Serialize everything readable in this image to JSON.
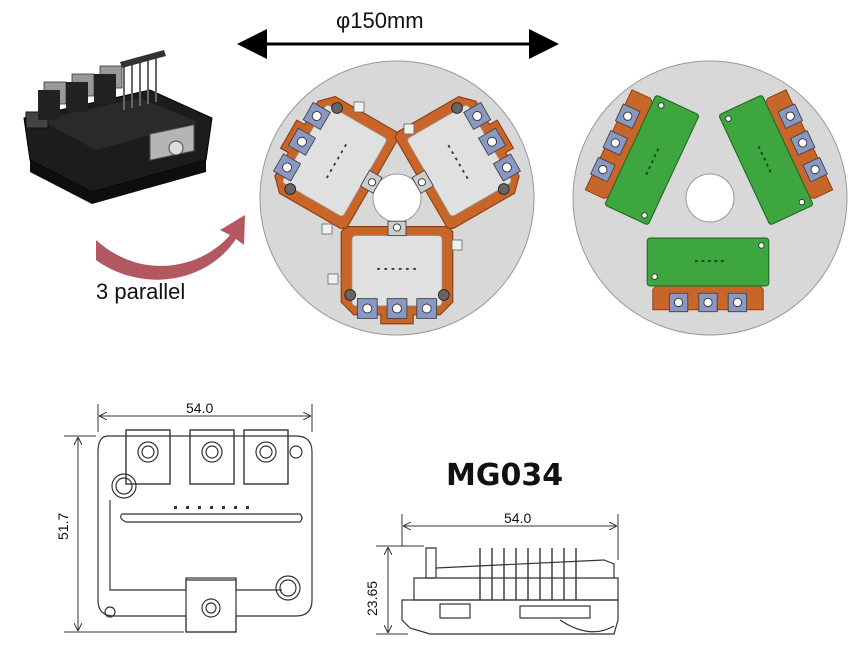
{
  "labels": {
    "diameter": "φ150mm",
    "parallel": "3 parallel",
    "model": "MG034"
  },
  "dimensions": {
    "top_width": "54.0",
    "top_height": "51.7",
    "side_width": "54.0",
    "side_height": "23.65"
  },
  "colors": {
    "disc": "#d8d8d8",
    "copper_frame": "#c8662a",
    "terminal": "#8a98c4",
    "pcb": "#3ea63f",
    "arrow": "#a63a45",
    "module_body": "#1c1c1c"
  }
}
